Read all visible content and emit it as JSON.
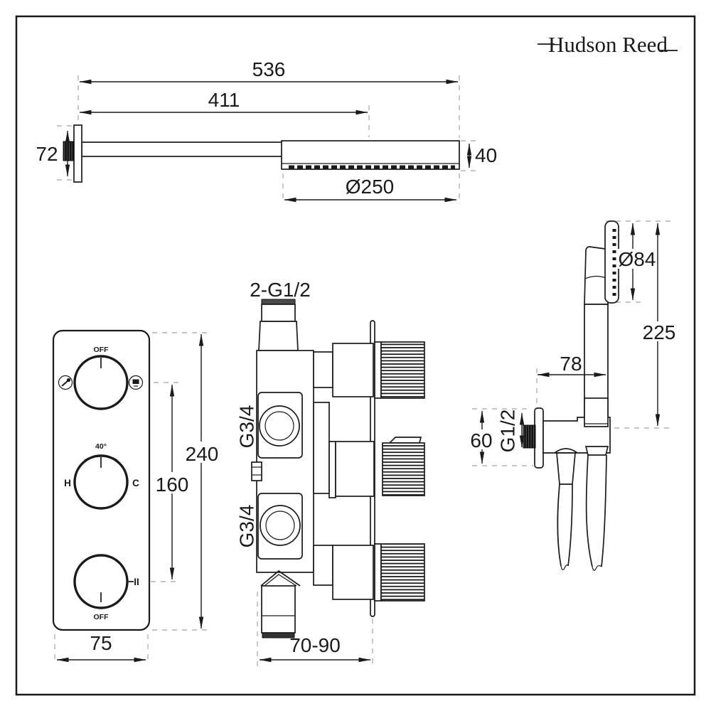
{
  "brand": {
    "logo_text": "Hudson Reed"
  },
  "colors": {
    "line": "#1a1a1a",
    "dash": "#b2b2b2",
    "background": "#ffffff",
    "thread_dark": "#101010"
  },
  "shower_arm": {
    "overall": "536",
    "arm": "411",
    "flange": "72",
    "head_thickness": "40",
    "head_diameter": "Ø250"
  },
  "valve_front": {
    "top_off": "OFF",
    "temp": "40°",
    "hot": "H",
    "cold": "C",
    "flow": "II",
    "bottom_off": "OFF",
    "height": "240",
    "spacing": "160",
    "width": "75"
  },
  "valve_side": {
    "inlet": "2-G1/2",
    "port_top": "G3/4",
    "port_bottom": "G3/4",
    "depth": "70-90"
  },
  "handset": {
    "head_diameter": "Ø84",
    "height": "225",
    "reach": "78",
    "outlet_height": "60",
    "thread": "G1/2"
  }
}
